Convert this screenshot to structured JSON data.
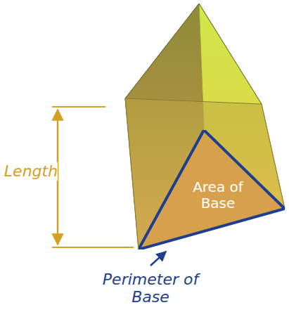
{
  "diagram": {
    "nodes": [
      {
        "text": [
          "Area of Base"
        ]
      }
    ],
    "labels": [
      "Length",
      "Perimeter of Base"
    ]
  }
}
